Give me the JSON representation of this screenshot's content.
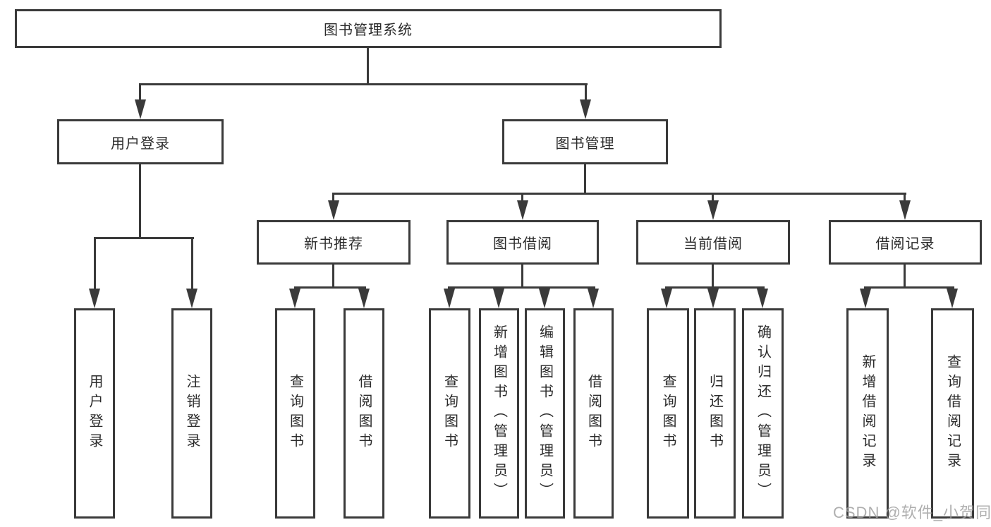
{
  "diagram": {
    "root": {
      "label": "图书管理系统"
    },
    "branches": {
      "user_login": {
        "label": "用户登录",
        "children": {
          "login": {
            "label": "用户登录"
          },
          "logout": {
            "label": "注销登录"
          }
        }
      },
      "book_mgmt": {
        "label": "图书管理",
        "children": {
          "new_book": {
            "label": "新书推荐",
            "children": {
              "query": {
                "label": "查询图书"
              },
              "borrow": {
                "label": "借阅图书"
              }
            }
          },
          "book_borrow": {
            "label": "图书借阅",
            "children": {
              "query": {
                "label": "查询图书"
              },
              "add": {
                "label": "新增图书（管理员）"
              },
              "edit": {
                "label": "编辑图书（管理员）"
              },
              "borrow": {
                "label": "借阅图书"
              }
            }
          },
          "current_borrow": {
            "label": "当前借阅",
            "children": {
              "query": {
                "label": "查询图书"
              },
              "return": {
                "label": "归还图书"
              },
              "confirm": {
                "label": "确认归还（管理员）"
              }
            }
          },
          "borrow_record": {
            "label": "借阅记录",
            "children": {
              "add": {
                "label": "新增借阅记录"
              },
              "query": {
                "label": "查询借阅记录"
              }
            }
          }
        }
      }
    }
  },
  "watermark": {
    "text": "CSDN @软件_小贺同学",
    "color": "#9b9b9b"
  },
  "colors": {
    "line": "#3a3a3a",
    "text": "#2b2b2b",
    "background": "#ffffff"
  }
}
